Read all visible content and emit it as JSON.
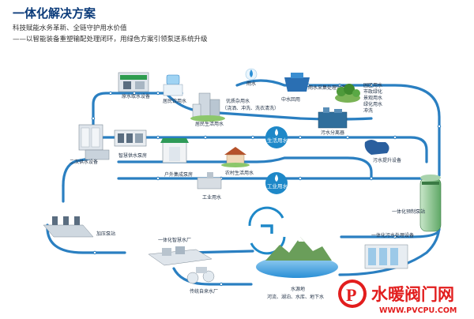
{
  "header": {
    "title": "一体化解决方案",
    "line1": "科技赋能水务革新、全链守护用水价值",
    "line2": "——以智能装备重塑输配处理闭环，用绿色方案引领泵送系统升级"
  },
  "labels": {
    "raw_water_station": "原水取水设备",
    "water_dispenser": "居民饮用水",
    "residential_water": "居民生活用水",
    "quality_use": "优质杂用水",
    "quality_use_detail": "（浇洒、冲洗、洗衣清洗）",
    "rain": "雨水",
    "rain_device": "雨水采集处理设备",
    "reclaimed_station": "中水回用",
    "landscape_uses": [
      "园区用水",
      "市政绿化",
      "景观用水",
      "绿化用水",
      "冲洗"
    ],
    "sewage_separator": "污水分离器",
    "secondary_supply": "二次供水设备",
    "smart_pump_room": "智慧供水泵房",
    "household_box": "户外集成泵房",
    "rural_water": "农村生活用水",
    "industrial_water": "工业用水",
    "sewage_lift": "污水提升设备",
    "integrated_pump": "一体化预制泵站",
    "booster_station": "加压泵站",
    "smart_plant": "一体化智慧水厂",
    "sewage_treatment": "一体化污水处理设备",
    "traditional_plant": "传统自来水厂",
    "water_source": "水源地",
    "water_source_detail": "河流、湖泊、水库、地下水"
  },
  "bubbles": {
    "domestic": "生活用水",
    "industrial": "工业用水"
  },
  "watermark": {
    "text": "水暖阀门网",
    "url": "WWW.PVCPU.COM",
    "logo_letter": "P"
  },
  "colors": {
    "pipe": "#2a7fc1",
    "accent": "#1e88c8",
    "title": "#0b3b7a",
    "watermark": "#e21d1d"
  }
}
